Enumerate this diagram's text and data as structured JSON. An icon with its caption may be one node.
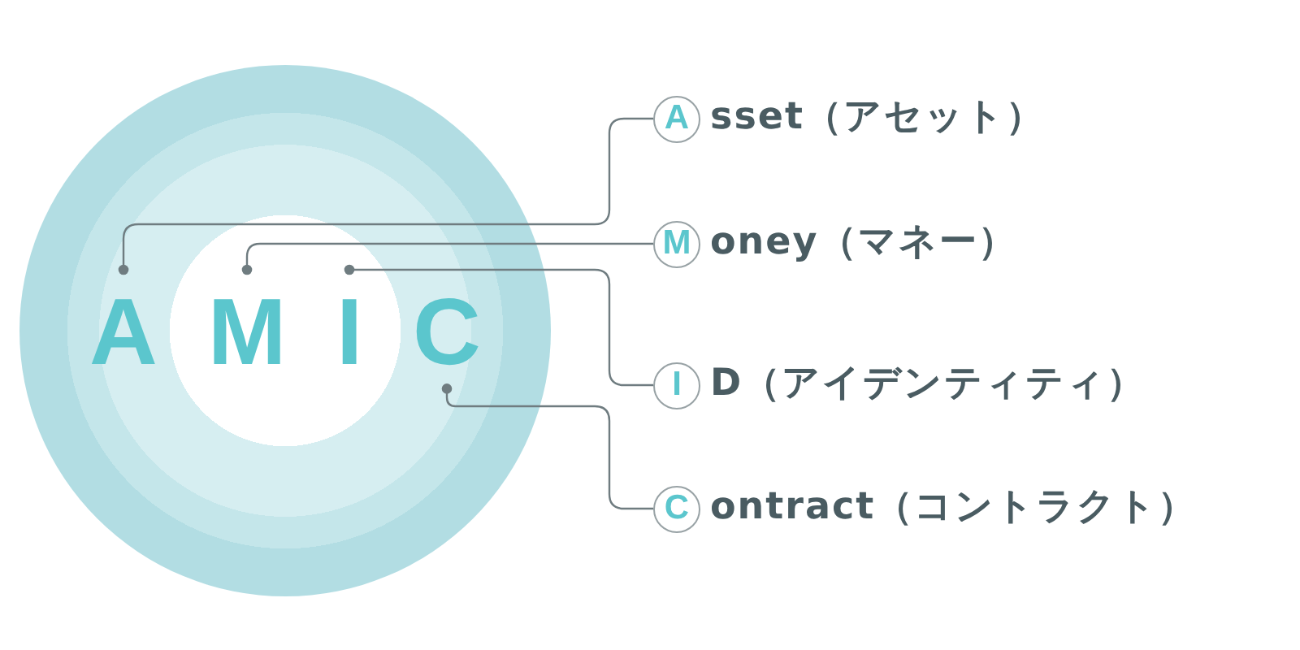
{
  "diagram": {
    "nodes": [
      {
        "text": [],
        "shape": "circle"
      },
      {
        "text": [
          "A"
        ],
        "in": 0
      },
      {
        "text": [
          "M"
        ],
        "in": 0
      },
      {
        "text": [
          "I"
        ],
        "in": 0
      },
      {
        "text": [
          "C"
        ],
        "in": 0
      },
      {
        "text": [
          "A"
        ],
        "beside": [
          "sset（アセット）"
        ]
      },
      {
        "text": [
          "M"
        ],
        "beside": [
          "oney（マネー）"
        ]
      },
      {
        "text": [
          "I"
        ],
        "beside": [
          "D（アイデンティティ）"
        ]
      },
      {
        "text": [
          "C"
        ],
        "beside": [
          "ontract（コントラクト）"
        ]
      }
    ],
    "edges": [
      {
        "from": 1,
        "to": 5,
        "arrow": "other"
      },
      {
        "from": 2,
        "to": 6,
        "arrow": "other"
      },
      {
        "from": 3,
        "to": 7,
        "arrow": "other"
      },
      {
        "from": 4,
        "to": 8,
        "arrow": "other"
      }
    ]
  }
}
